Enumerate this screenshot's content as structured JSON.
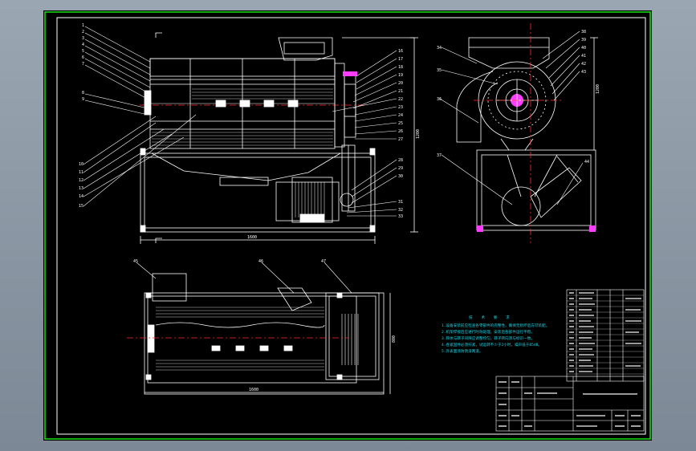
{
  "drawing": {
    "tech_title": "技 术 要 求",
    "tech_requirements": [
      "1.设备安装前应检查各零部件的完整性，确保无损坏后方可装配。",
      "2.机架焊接后应进行时效处理，安装后各部件运行平稳。",
      "3.筛体与转子间隙应调整均匀，转子转向须与标识一致。",
      "4.各紧固件必须拧紧，试运转不少于2小时，噪声低于85dB。",
      "5.外表面涂防锈漆两道。"
    ],
    "dims": {
      "front_width": "1600",
      "front_height": "1200",
      "plan_width": "1600",
      "plan_depth": "800",
      "side_height": "1200"
    },
    "colors": {
      "line": "#ffffff",
      "center": "#ff2a2a",
      "dim": "#ffffff",
      "note": "#19d4e6",
      "frame": "#19e619",
      "accent": "#ff3cff"
    }
  }
}
